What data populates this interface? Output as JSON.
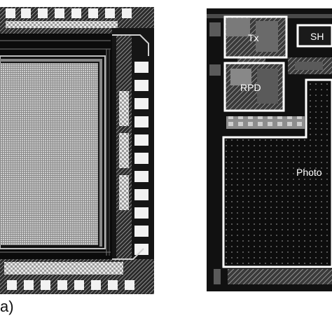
{
  "figure": {
    "panel_a": {
      "label": "a)"
    },
    "panel_b": {
      "blocks": [
        {
          "key": "tx",
          "label": "Tx"
        },
        {
          "key": "sh",
          "label": "SH"
        },
        {
          "key": "rpd",
          "label": "RPD"
        },
        {
          "key": "photo",
          "label": "Photo"
        }
      ]
    }
  },
  "colors": {
    "background": "#0b0b0b",
    "outline": "#ffffff",
    "hatch": "#9a9a9a",
    "array": "#d8d8d8"
  }
}
